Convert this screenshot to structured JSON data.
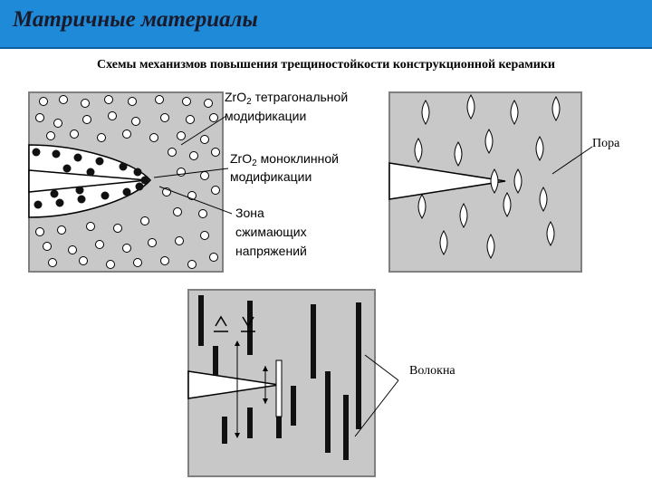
{
  "header": {
    "title": "Матричные материалы"
  },
  "subtitle": "Схемы механизмов повышения трещиностойкости конструкционной керамики",
  "labels": {
    "tetragonal_formula": "ZrO",
    "tetragonal_sub": "2",
    "tetragonal_desc": "тетрагональной",
    "tetragonal_line2": "модификации",
    "monoclinic_formula": "ZrO",
    "monoclinic_sub": "2",
    "monoclinic_desc": "моноклинной",
    "monoclinic_line2": "модификации",
    "zone_line1": "Зона",
    "zone_line2": "сжимающих",
    "zone_line3": "напряжений",
    "pore": "Пора",
    "fibers": "Волокна"
  },
  "colors": {
    "header_bg": "#1f8ad8",
    "matrix_gray": "#c8c8c8",
    "border": "#808080"
  }
}
